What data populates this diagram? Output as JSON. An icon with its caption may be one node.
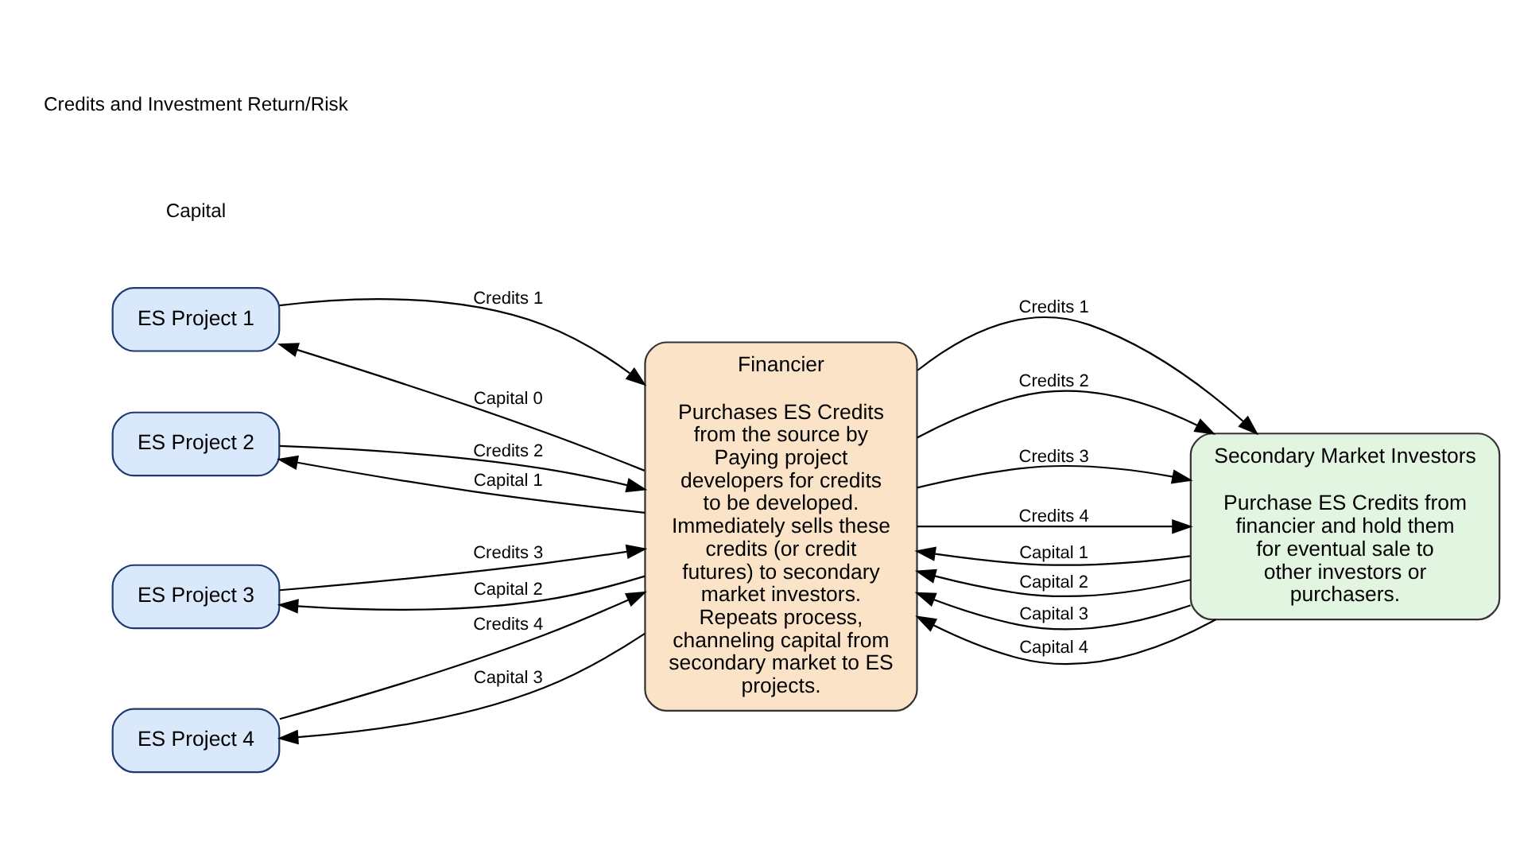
{
  "diagram": {
    "nodes": [
      {
        "text": [
          "ES Project 1"
        ]
      },
      {
        "text": [
          "ES Project 2"
        ]
      },
      {
        "text": [
          "ES Project 3"
        ]
      },
      {
        "text": [
          "ES Project 4"
        ]
      },
      {
        "text": [
          "Financier",
          "Purchases ES Credits from the source by Paying project developers for credits to be developed. Immediately sells these credits (or credit futures) to secondary market investors. Repeats process, channeling capital from secondary market to ES projects."
        ]
      },
      {
        "text": [
          "Secondary Market Investors",
          "Purchase ES Credits from financier and hold them for eventual sale to other investors or purchasers."
        ]
      }
    ],
    "edges": [
      {
        "from": 0,
        "to": 4,
        "arrow": "to",
        "label": "Credits 1"
      },
      {
        "from": 4,
        "to": 0,
        "arrow": "to",
        "label": "Capital 0"
      },
      {
        "from": 1,
        "to": 4,
        "arrow": "to",
        "label": "Credits 2"
      },
      {
        "from": 4,
        "to": 1,
        "arrow": "to",
        "label": "Capital 1"
      },
      {
        "from": 2,
        "to": 4,
        "arrow": "to",
        "label": "Credits 3"
      },
      {
        "from": 4,
        "to": 2,
        "arrow": "to",
        "label": "Capital 2"
      },
      {
        "from": 3,
        "to": 4,
        "arrow": "to",
        "label": "Credits 4"
      },
      {
        "from": 4,
        "to": 3,
        "arrow": "to",
        "label": "Capital 3"
      },
      {
        "from": 4,
        "to": 5,
        "arrow": "to",
        "label": "Credits 1"
      },
      {
        "from": 5,
        "to": 4,
        "arrow": "to",
        "label": "Capital 1"
      },
      {
        "from": 4,
        "to": 5,
        "arrow": "to",
        "label": "Credits 2"
      },
      {
        "from": 5,
        "to": 4,
        "arrow": "to",
        "label": "Capital 2"
      },
      {
        "from": 4,
        "to": 5,
        "arrow": "to",
        "label": "Credits 3"
      },
      {
        "from": 5,
        "to": 4,
        "arrow": "to",
        "label": "Capital 3"
      },
      {
        "from": 4,
        "to": 5,
        "arrow": "to",
        "label": "Credits 4"
      },
      {
        "from": 5,
        "to": 4,
        "arrow": "to",
        "label": "Capital 4"
      }
    ],
    "labels": [
      "Capital",
      "Credits and Investment Return/Risk"
    ]
  }
}
